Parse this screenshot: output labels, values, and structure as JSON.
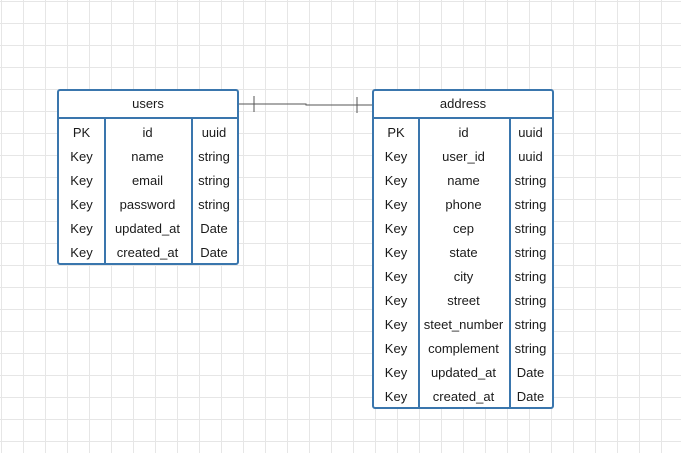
{
  "diagram": {
    "tables": [
      {
        "name": "users",
        "rows": [
          [
            "PK",
            "id",
            "uuid"
          ],
          [
            "Key",
            "name",
            "string"
          ],
          [
            "Key",
            "email",
            "string"
          ],
          [
            "Key",
            "password",
            "string"
          ],
          [
            "Key",
            "updated_at",
            "Date"
          ],
          [
            "Key",
            "created_at",
            "Date"
          ]
        ]
      },
      {
        "name": "address",
        "rows": [
          [
            "PK",
            "id",
            "uuid"
          ],
          [
            "Key",
            "user_id",
            "uuid"
          ],
          [
            "Key",
            "name",
            "string"
          ],
          [
            "Key",
            "phone",
            "string"
          ],
          [
            "Key",
            "cep",
            "string"
          ],
          [
            "Key",
            "state",
            "string"
          ],
          [
            "Key",
            "city",
            "string"
          ],
          [
            "Key",
            "street",
            "string"
          ],
          [
            "Key",
            "steet_number",
            "string"
          ],
          [
            "Key",
            "complement",
            "string"
          ],
          [
            "Key",
            "updated_at",
            "Date"
          ],
          [
            "Key",
            "created_at",
            "Date"
          ]
        ]
      }
    ],
    "relationship": {
      "from": "users",
      "to": "address",
      "from_end": "one",
      "to_end": "one"
    },
    "colors": {
      "border": "#3a76ad",
      "connector": "#555555",
      "grid": "#e6e6e6"
    }
  }
}
